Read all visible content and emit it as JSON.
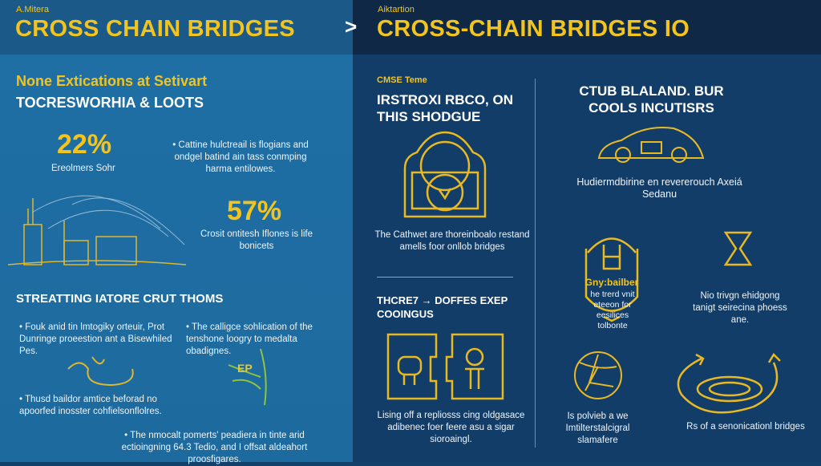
{
  "left": {
    "kicker": "A.Mitera",
    "title": "CROSS CHAIN BRIDGES",
    "subtitle_yellow": "None Extications at Setivart",
    "subtitle_white": "TOCRESWORHIA & LOOTS",
    "stat1": {
      "value": "22%",
      "label": "Ereolmers Sohr"
    },
    "bullet1": "• Cattine hulctreail is flogians and ondgel batind ain tass conmping harma entilowes.",
    "stat2": {
      "value": "57%",
      "label": "Crosit ontitesh Iflones is life bonicets"
    },
    "section_title": "STREATTING IATORE CRUT THOMS",
    "bullets": [
      "• Fouk anid tin lmtogiky orteuir, Prot Dunringe proeestion ant a Bisewhiled Pes.",
      "• The calligce sohlication of the tenshone loogry to medalta obadignes.",
      "• Thusd baildor amtice beforad no apoorfed inosster cohfielsonflolres.",
      "• The nmocalt pomerts' peadiera in tinte arid ectioingning 64.3 Tedio, and I offsat aldeahort proosfigares."
    ],
    "doodle_text": "EP"
  },
  "arrow": ">",
  "right": {
    "kicker": "Aiktartion",
    "title": "CROSS-CHAIN BRIDGES IO",
    "col1": {
      "tag": "CMSE Teme",
      "heading": "IRSTROXI RBCO, ON THIS SHODGUE",
      "caption": "The Cathwet are thoreinboalo restand amells foor onllob bridges",
      "heading2": "THCRE7 → DOFFES EXEP COOINGUS",
      "caption2": "Lising off a repliosss cing oldgasace adibenec foer feere asu a sigar sioroaingl."
    },
    "col2": {
      "heading": "CTUB BLALAND. BUR COOLS INCUTISRS",
      "caption": "Hudiermdbirine en revererouch Axeiá Sedanu",
      "shield_title": "Gny:bailber",
      "shield_text": "he trerd vnit eteeon for eesilices tolbonte",
      "hourglass_text": "Nio trivgn ehidgong tanigt seirecina phoess ane.",
      "globe_text": "Is polvieb a we Imtilterstalcigral slamafere",
      "loop_text": "Rs of a senonicationl bridges"
    }
  },
  "colors": {
    "accent": "#f3c41d",
    "left_bg": "#1f6fa5",
    "right_bg": "#123d68"
  }
}
